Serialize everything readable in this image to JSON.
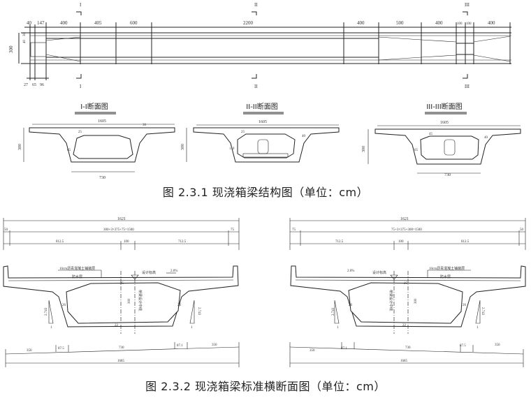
{
  "figure1": {
    "elevation": {
      "dims_top": [
        "40",
        "147",
        "400",
        "405",
        "600",
        "2200",
        "400",
        "500",
        "400",
        "100",
        "100",
        "400"
      ],
      "dims_left": [
        "300",
        "30",
        "40"
      ],
      "dims_bottom": [
        "27",
        "65",
        "96"
      ],
      "section_marks": [
        "I",
        "II",
        "III"
      ]
    },
    "sections": [
      {
        "title": "I-I断面图",
        "width": "1605",
        "height": "300",
        "bottom": "730",
        "d1": "25",
        "d2": "30",
        "d3": "65"
      },
      {
        "title": "II-II断面图",
        "width": "1605",
        "height": "300",
        "d1": "25",
        "d2": "40",
        "d3": "110"
      },
      {
        "title": "III-III断面图",
        "width": "1605",
        "height": "300",
        "bottom": "730",
        "d1": "45",
        "d2": "40",
        "d3": "65"
      }
    ],
    "caption": "图 2.3.1   现浇箱梁结构图（单位：cm）"
  },
  "figure2": {
    "left": {
      "total": "1621",
      "d_left": "50",
      "d_mid": "300+3×375+75=1500",
      "d_right": "75",
      "row3": [
        "812.5",
        "100",
        "712.5"
      ],
      "pavement": "10cm沥青混凝土铺装层",
      "waterproof": "防水层",
      "design_elev": "设计标高",
      "slope": "2.0%",
      "centerline": "桥梁设计中线",
      "h": "300",
      "t_top": "25",
      "t_bot": "22",
      "web": "26",
      "web_slope": "2.743",
      "one": "1",
      "bottom_dims": [
        "350",
        "87.5",
        "730",
        "87.1",
        "350"
      ],
      "bottom_total": "1685"
    },
    "right": {
      "total": "1621",
      "d_left": "75",
      "d_mid": "75+3×375+300=1500",
      "d_right": "50",
      "row3": [
        "712.5",
        "100",
        "812.5"
      ],
      "pavement": "10cm沥青混凝土铺装层",
      "waterproof": "防水层",
      "design_elev": "设计标高",
      "slope": "2.0%",
      "centerline": "桥梁设计中线",
      "h": "300",
      "t_top": "25",
      "t_bot": "22",
      "web": "26",
      "web_slope": "2.743",
      "one": "1",
      "bottom_dims": [
        "350",
        "87.1",
        "730",
        "87.5",
        "350"
      ],
      "bottom_total": "1685"
    },
    "caption": "图 2.3.2   现浇箱梁标准横断面图（单位：cm）"
  }
}
